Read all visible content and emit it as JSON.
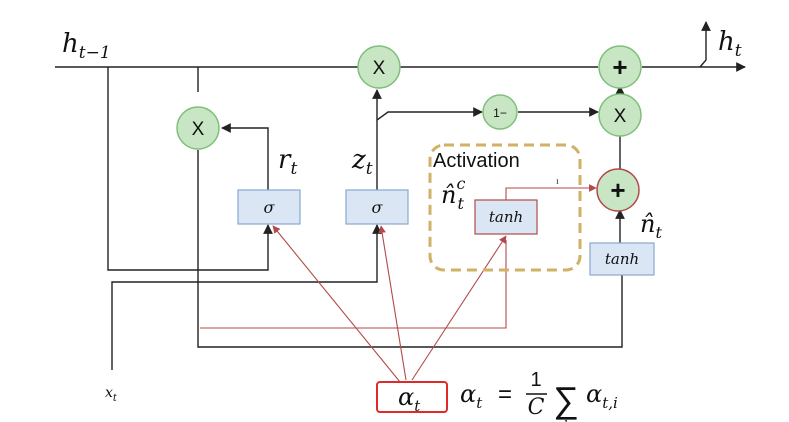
{
  "labels": {
    "h_prev": "h",
    "h_prev_sub": "t−1",
    "h_out": "h",
    "h_out_sub": "t",
    "r": "r",
    "r_sub": "t",
    "z": "z",
    "z_sub": "t",
    "nhat_c": "n̂",
    "nhat_c_sub": "t",
    "nhat_c_sup": "c",
    "nhat": "n̂",
    "nhat_sub": "t",
    "x": "x",
    "x_sub": "t",
    "activation": "Activation",
    "alpha": "α",
    "alpha_sub": "t",
    "eq_lhs": "α",
    "eq_lhs_sub": "t",
    "eq_equals": "=",
    "eq_num": "1",
    "eq_den": "C",
    "eq_sum": "∑",
    "eq_sum_index": "i",
    "eq_term": "α",
    "eq_term_sub": "t,i",
    "tiny_mark": "ι"
  },
  "operators": {
    "mult": "X",
    "plus": "+",
    "one_minus": "1−"
  },
  "gates": {
    "sigma": "σ",
    "tanh": "tanh"
  },
  "colors": {
    "gate_fill": "#dbe6f5",
    "gate_stroke": "#8aa6d0",
    "op_fill": "#c8e6c4",
    "op_stroke": "#7fbf7a",
    "red": "#b24a4a",
    "alpha_box": "#dd2b2b",
    "activation_border": "#d2b066",
    "line": "#222222"
  }
}
